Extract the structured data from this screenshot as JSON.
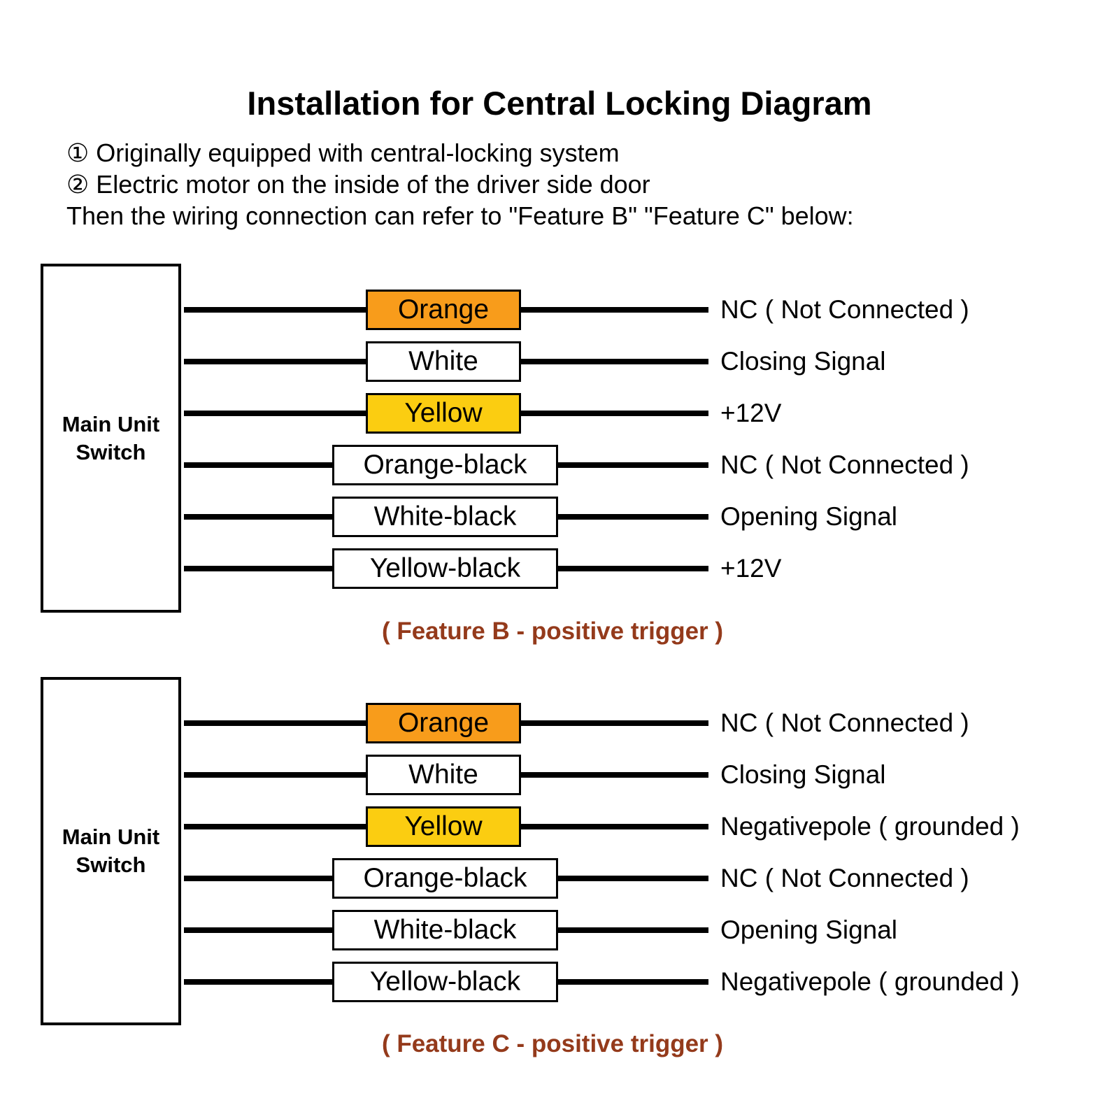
{
  "title": "Installation for Central Locking Diagram",
  "intro": {
    "line1": "① Originally equipped with central-locking system",
    "line2": "② Electric motor on the inside of the driver side door",
    "line3": "Then the wiring connection can refer to \"Feature B\" \"Feature C\" below:"
  },
  "colors": {
    "orange_fill": "#F89C1B",
    "yellow_fill": "#FBCD11",
    "white_fill": "#FFFFFF",
    "caption_text": "#943A1B",
    "wire_black": "#000000"
  },
  "feature_b": {
    "box_label_line1": "Main Unit",
    "box_label_line2": "Switch",
    "caption": "( Feature B - positive trigger )",
    "rows": [
      {
        "wire_label": "Orange",
        "fill": "#F89C1B",
        "signal": "NC ( Not Connected )"
      },
      {
        "wire_label": "White",
        "fill": "#FFFFFF",
        "signal": "Closing Signal"
      },
      {
        "wire_label": "Yellow",
        "fill": "#FBCD11",
        "signal": "+12V"
      },
      {
        "wire_label": "Orange-black",
        "fill": "#FFFFFF",
        "signal": "NC ( Not Connected )"
      },
      {
        "wire_label": "White-black",
        "fill": "#FFFFFF",
        "signal": "Opening Signal"
      },
      {
        "wire_label": "Yellow-black",
        "fill": "#FFFFFF",
        "signal": "+12V"
      }
    ]
  },
  "feature_c": {
    "box_label_line1": "Main Unit",
    "box_label_line2": "Switch",
    "caption": "( Feature C - positive trigger )",
    "rows": [
      {
        "wire_label": "Orange",
        "fill": "#F89C1B",
        "signal": "NC ( Not Connected )"
      },
      {
        "wire_label": "White",
        "fill": "#FFFFFF",
        "signal": "Closing Signal"
      },
      {
        "wire_label": "Yellow",
        "fill": "#FBCD11",
        "signal": "Negativepole ( grounded )"
      },
      {
        "wire_label": "Orange-black",
        "fill": "#FFFFFF",
        "signal": "NC ( Not Connected )"
      },
      {
        "wire_label": "White-black",
        "fill": "#FFFFFF",
        "signal": "Opening Signal"
      },
      {
        "wire_label": "Yellow-black",
        "fill": "#FFFFFF",
        "signal": "Negativepole ( grounded )"
      }
    ]
  }
}
